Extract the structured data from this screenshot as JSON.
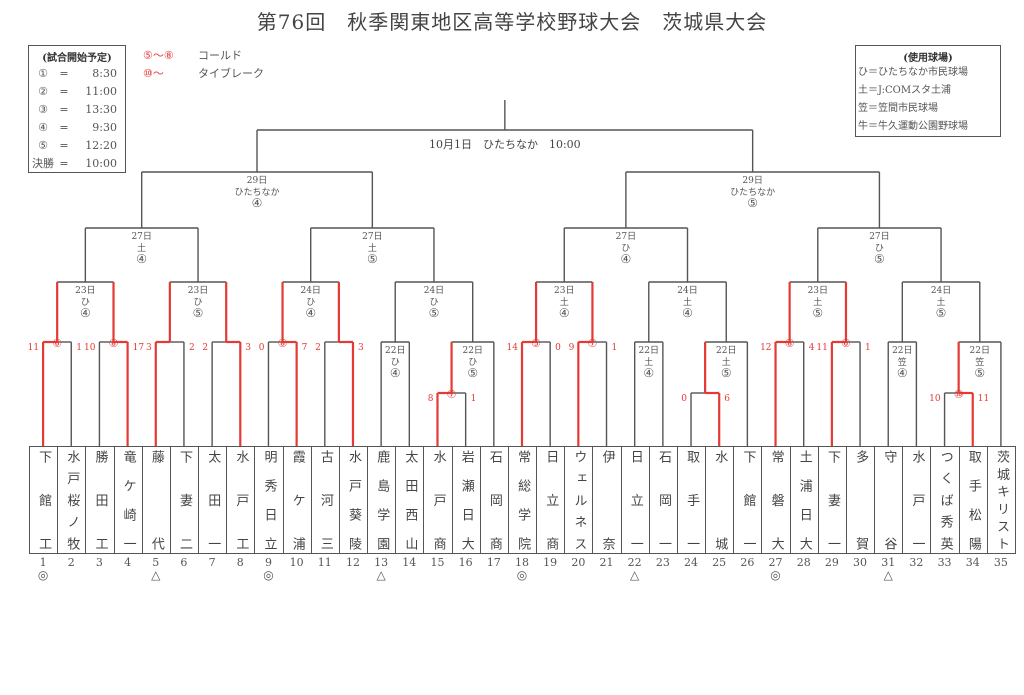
{
  "title": "第76回　秋季関東地区高等学校野球大会　茨城県大会",
  "colors": {
    "line": "#555555",
    "advance": "#e53935",
    "text": "#555555"
  },
  "start_times": {
    "heading": "(試合開始予定)",
    "rows": [
      {
        "key": "①",
        "eq": "=",
        "time": "8:30"
      },
      {
        "key": "②",
        "eq": "=",
        "time": "11:00"
      },
      {
        "key": "③",
        "eq": "=",
        "time": "13:30"
      },
      {
        "key": "④",
        "eq": "=",
        "time": "9:30"
      },
      {
        "key": "⑤",
        "eq": "=",
        "time": "12:20"
      },
      {
        "key": "決勝",
        "eq": "=",
        "time": "10:00"
      }
    ]
  },
  "rule_legend": [
    {
      "mark": "⑤～⑧",
      "text": "コールド"
    },
    {
      "mark": "⑩～",
      "text": "タイブレーク"
    }
  ],
  "venues": {
    "heading": "(使用球場)",
    "rows": [
      "ひ＝ひたちなか市民球場",
      "土＝J:COMスタ土浦",
      "笠＝笠間市民球場",
      "牛＝牛久運動公園野球場"
    ]
  },
  "teams": [
    {
      "no": "1",
      "name": "下館工",
      "mark": "◎"
    },
    {
      "no": "2",
      "name": "水戸桜ノ牧",
      "mark": ""
    },
    {
      "no": "3",
      "name": "勝田工",
      "mark": ""
    },
    {
      "no": "4",
      "name": "竜ケ崎一",
      "mark": ""
    },
    {
      "no": "5",
      "name": "藤代",
      "mark": "△"
    },
    {
      "no": "6",
      "name": "下妻二",
      "mark": ""
    },
    {
      "no": "7",
      "name": "太田一",
      "mark": ""
    },
    {
      "no": "8",
      "name": "水戸工",
      "mark": ""
    },
    {
      "no": "9",
      "name": "明秀日立",
      "mark": "◎"
    },
    {
      "no": "10",
      "name": "霞ケ浦",
      "mark": ""
    },
    {
      "no": "11",
      "name": "古河三",
      "mark": ""
    },
    {
      "no": "12",
      "name": "水戸葵陵",
      "mark": ""
    },
    {
      "no": "13",
      "name": "鹿島学園",
      "mark": "△"
    },
    {
      "no": "14",
      "name": "太田西山",
      "mark": ""
    },
    {
      "no": "15",
      "name": "水戸商",
      "mark": ""
    },
    {
      "no": "16",
      "name": "岩瀬日大",
      "mark": ""
    },
    {
      "no": "17",
      "name": "石岡商",
      "mark": ""
    },
    {
      "no": "18",
      "name": "常総学院",
      "mark": "◎"
    },
    {
      "no": "19",
      "name": "日立商",
      "mark": ""
    },
    {
      "no": "20",
      "name": "ウェルネス",
      "mark": ""
    },
    {
      "no": "21",
      "name": "伊奈",
      "mark": ""
    },
    {
      "no": "22",
      "name": "日立一",
      "mark": "△"
    },
    {
      "no": "23",
      "name": "石岡一",
      "mark": ""
    },
    {
      "no": "24",
      "name": "取手一",
      "mark": ""
    },
    {
      "no": "25",
      "name": "水城",
      "mark": ""
    },
    {
      "no": "26",
      "name": "下館一",
      "mark": ""
    },
    {
      "no": "27",
      "name": "常磐大",
      "mark": "◎"
    },
    {
      "no": "28",
      "name": "土浦日大",
      "mark": ""
    },
    {
      "no": "29",
      "name": "下妻一",
      "mark": ""
    },
    {
      "no": "30",
      "name": "多賀",
      "mark": ""
    },
    {
      "no": "31",
      "name": "守谷",
      "mark": "△"
    },
    {
      "no": "32",
      "name": "水戸一",
      "mark": ""
    },
    {
      "no": "33",
      "name": "つくば秀英",
      "mark": ""
    },
    {
      "no": "34",
      "name": "取手松陽",
      "mark": ""
    },
    {
      "no": "35",
      "name": "茨城キリスト",
      "mark": ""
    }
  ],
  "matches": [
    {
      "id": "m1",
      "L": "t1",
      "R": "t2",
      "winner": "L",
      "scoreL": "11",
      "scoreR": "1",
      "inning": "⑥",
      "label": []
    },
    {
      "id": "m2",
      "L": "t3",
      "R": "t4",
      "winner": "R",
      "scoreL": "10",
      "scoreR": "17",
      "inning": "⑧",
      "label": []
    },
    {
      "id": "m3",
      "L": "m1",
      "R": "m2",
      "winner": null,
      "label": [
        "23日",
        "ひ",
        "④"
      ]
    },
    {
      "id": "m4",
      "L": "t5",
      "R": "t6",
      "winner": "L",
      "scoreL": "3",
      "scoreR": "2",
      "inning": "",
      "label": []
    },
    {
      "id": "m5",
      "L": "t7",
      "R": "t8",
      "winner": "R",
      "scoreL": "2",
      "scoreR": "3",
      "inning": "",
      "label": []
    },
    {
      "id": "m6",
      "L": "m4",
      "R": "m5",
      "winner": null,
      "label": [
        "23日",
        "ひ",
        "⑤"
      ]
    },
    {
      "id": "m7",
      "L": "m3",
      "R": "m6",
      "winner": null,
      "label": [
        "27日",
        "土",
        "④"
      ]
    },
    {
      "id": "m8",
      "L": "t9",
      "R": "t10",
      "winner": "R",
      "scoreL": "0",
      "scoreR": "7",
      "inning": "⑧",
      "label": []
    },
    {
      "id": "m9",
      "L": "t11",
      "R": "t12",
      "winner": "R",
      "scoreL": "2",
      "scoreR": "3",
      "inning": "",
      "label": []
    },
    {
      "id": "m10",
      "L": "m8",
      "R": "m9",
      "winner": null,
      "label": [
        "24日",
        "ひ",
        "④"
      ]
    },
    {
      "id": "m11",
      "L": "t13",
      "R": "t14",
      "winner": null,
      "label": [
        "22日",
        "ひ",
        "④"
      ]
    },
    {
      "id": "m12",
      "L": "t15",
      "R": "t16",
      "winner": "L",
      "scoreL": "8",
      "scoreR": "1",
      "inning": "⑦",
      "label": []
    },
    {
      "id": "m13",
      "L": "m12",
      "R": "t17",
      "winner": null,
      "label": [
        "22日",
        "ひ",
        "⑤"
      ]
    },
    {
      "id": "m14",
      "L": "m11",
      "R": "m13",
      "winner": null,
      "label": [
        "24日",
        "ひ",
        "⑤"
      ]
    },
    {
      "id": "m15",
      "L": "m10",
      "R": "m14",
      "winner": null,
      "label": [
        "27日",
        "土",
        "⑤"
      ]
    },
    {
      "id": "m16",
      "L": "m7",
      "R": "m15",
      "winner": null,
      "label": [
        "29日",
        "ひたちなか",
        "④"
      ]
    },
    {
      "id": "m17",
      "L": "t18",
      "R": "t19",
      "winner": "L",
      "scoreL": "14",
      "scoreR": "0",
      "inning": "⑤",
      "label": []
    },
    {
      "id": "m18",
      "L": "t20",
      "R": "t21",
      "winner": "L",
      "scoreL": "9",
      "scoreR": "1",
      "inning": "⑦",
      "label": []
    },
    {
      "id": "m19",
      "L": "m17",
      "R": "m18",
      "winner": null,
      "label": [
        "23日",
        "土",
        "④"
      ]
    },
    {
      "id": "m20",
      "L": "t22",
      "R": "t23",
      "winner": null,
      "label": [
        "22日",
        "土",
        "④"
      ]
    },
    {
      "id": "m21",
      "L": "t24",
      "R": "t25",
      "winner": "R",
      "scoreL": "0",
      "scoreR": "6",
      "inning": "",
      "label": []
    },
    {
      "id": "m22",
      "L": "m21",
      "R": "t26",
      "winner": null,
      "label": [
        "22日",
        "土",
        "⑤"
      ]
    },
    {
      "id": "m23",
      "L": "m20",
      "R": "m22",
      "winner": null,
      "label": [
        "24日",
        "土",
        "④"
      ]
    },
    {
      "id": "m24",
      "L": "m19",
      "R": "m23",
      "winner": null,
      "label": [
        "27日",
        "ひ",
        "④"
      ]
    },
    {
      "id": "m25",
      "L": "t27",
      "R": "t28",
      "winner": "L",
      "scoreL": "12",
      "scoreR": "4",
      "inning": "⑧",
      "label": []
    },
    {
      "id": "m26",
      "L": "t29",
      "R": "t30",
      "winner": "L",
      "scoreL": "11",
      "scoreR": "1",
      "inning": "⑥",
      "label": []
    },
    {
      "id": "m27",
      "L": "m25",
      "R": "m26",
      "winner": null,
      "label": [
        "23日",
        "土",
        "⑤"
      ]
    },
    {
      "id": "m28",
      "L": "t31",
      "R": "t32",
      "winner": null,
      "label": [
        "22日",
        "笠",
        "④"
      ]
    },
    {
      "id": "m29",
      "L": "t33",
      "R": "t34",
      "winner": "R",
      "scoreL": "10",
      "scoreR": "11",
      "inning": "⑩",
      "label": []
    },
    {
      "id": "m30",
      "L": "m29",
      "R": "t35",
      "winner": null,
      "label": [
        "22日",
        "笠",
        "⑤"
      ]
    },
    {
      "id": "m31",
      "L": "m28",
      "R": "m30",
      "winner": null,
      "label": [
        "24日",
        "土",
        "⑤"
      ]
    },
    {
      "id": "m32",
      "L": "m27",
      "R": "m31",
      "winner": null,
      "label": [
        "27日",
        "ひ",
        "⑤"
      ]
    },
    {
      "id": "m33",
      "L": "m24",
      "R": "m32",
      "winner": null,
      "label": [
        "29日",
        "ひたちなか",
        "⑤"
      ]
    },
    {
      "id": "final",
      "L": "m16",
      "R": "m33",
      "winner": null,
      "label": [
        "10月1日　ひたちなか　10:00"
      ]
    }
  ]
}
